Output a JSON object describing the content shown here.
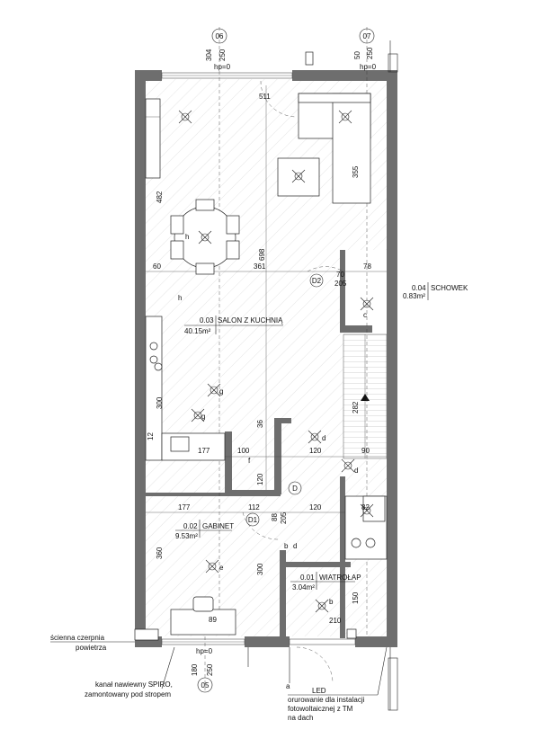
{
  "axes": [
    {
      "id": "06",
      "dims": [
        "304",
        "250"
      ]
    },
    {
      "id": "07",
      "dims": [
        "50",
        "250"
      ]
    },
    {
      "id": "05",
      "dims": [
        "180",
        "250"
      ]
    }
  ],
  "height_marks": {
    "top_left": "hp=0",
    "top_right": "hp=0",
    "bottom": "hp=0"
  },
  "rooms": [
    {
      "number": "0.03",
      "name": "SALON Z KUCHNIĄ",
      "area": "40.15m²"
    },
    {
      "number": "0.04",
      "name": "SCHOWEK",
      "area": "0.83m²"
    },
    {
      "number": "0.02",
      "name": "GABINET",
      "area": "9.53m²"
    },
    {
      "number": "0.01",
      "name": "WIATROŁAP",
      "area": "3.04m²"
    }
  ],
  "dimensions": {
    "d511": "511",
    "d355": "355",
    "d482": "482",
    "d698": "698",
    "d60": "60",
    "d361": "361",
    "d70": "70",
    "d205": "205",
    "d78": "78",
    "d300a": "300",
    "d36": "36",
    "d100": "100",
    "d120a": "120",
    "d120b": "120",
    "d90": "90",
    "d282": "282",
    "d177a": "177",
    "d177b": "177",
    "d112": "112",
    "d120c": "120",
    "d88": "88",
    "d205b": "205",
    "d82": "82",
    "d360": "360",
    "d300b": "300",
    "d150": "150",
    "d210": "210",
    "d89": "89",
    "d12": "12"
  },
  "doors": {
    "d1": "D1",
    "d2": "D2",
    "dd": "D"
  },
  "tags": {
    "h1": "h",
    "h2": "h",
    "g1": "g",
    "g2": "g",
    "d1": "d",
    "d2": "d",
    "d3": "d",
    "e1": "e",
    "b1": "b",
    "b2": "b",
    "c1": "c",
    "f1": "f"
  },
  "notes": {
    "vent_line1": "ścienna czerpnia",
    "vent_line2": "powietrza",
    "spiro_line1": "kanał nawiewny SPIRO,",
    "spiro_line2": "zamontowany pod stropem",
    "led_letter": "a",
    "led_label": "LED",
    "pv_line1": "orurowanie dla instalacji",
    "pv_line2": "fotowoltaicznej z TM",
    "pv_line3": "na dach"
  }
}
